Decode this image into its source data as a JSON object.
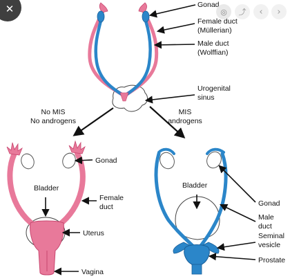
{
  "diagram": {
    "top": {
      "labels": {
        "gonad": "Gonad",
        "female_duct": [
          "Female duct",
          "(Müllerian)"
        ],
        "male_duct": [
          "Male duct",
          "(Wolffian)"
        ],
        "urogenital_sinus": [
          "Urogenital",
          "sinus"
        ]
      }
    },
    "branch_left": {
      "lines": [
        "No MIS",
        "No androgens"
      ]
    },
    "branch_right": {
      "lines": [
        "MIS",
        "androgens"
      ]
    },
    "female": {
      "labels": {
        "gonad": "Gonad",
        "bladder": "Bladder",
        "female_duct": [
          "Female",
          "duct"
        ],
        "uterus": "Uterus",
        "vagina": "Vagina"
      }
    },
    "male": {
      "labels": {
        "bladder": "Bladder",
        "gonad": "Gonad",
        "male_duct": [
          "Male",
          "duct"
        ],
        "seminal_vesicle": [
          "Seminal",
          "vesicle"
        ],
        "prostate": "Prostate"
      }
    }
  },
  "viewer": {
    "close_icon": "close-icon",
    "lens_icon": "google-lens-icon",
    "share_icon": "share-icon",
    "prev_icon": "chevron-left-icon",
    "next_icon": "chevron-right-icon"
  },
  "colors": {
    "pink": "#e8799a",
    "pink_dark": "#c8466f",
    "blue": "#2b86c9",
    "blue_dark": "#195f99",
    "tissue": "#ffffff",
    "outline": "#333333"
  }
}
